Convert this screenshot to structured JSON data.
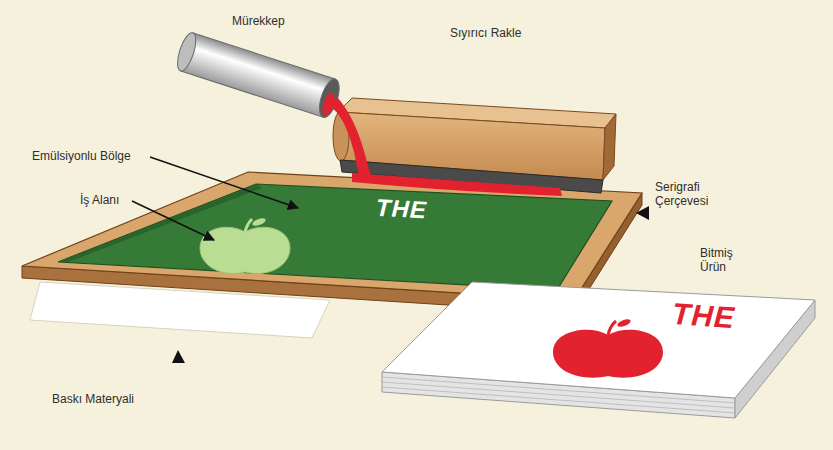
{
  "diagram": {
    "labels": [
      "Mürekkep",
      "Sıyırıcı Rakle",
      "Emülsiyonlu Bölge",
      "İş Alanı",
      "Serigrafi Çerçevesi",
      "Bitmiş Ürün",
      "Baskı Materyali",
      "THE",
      "THE"
    ]
  }
}
